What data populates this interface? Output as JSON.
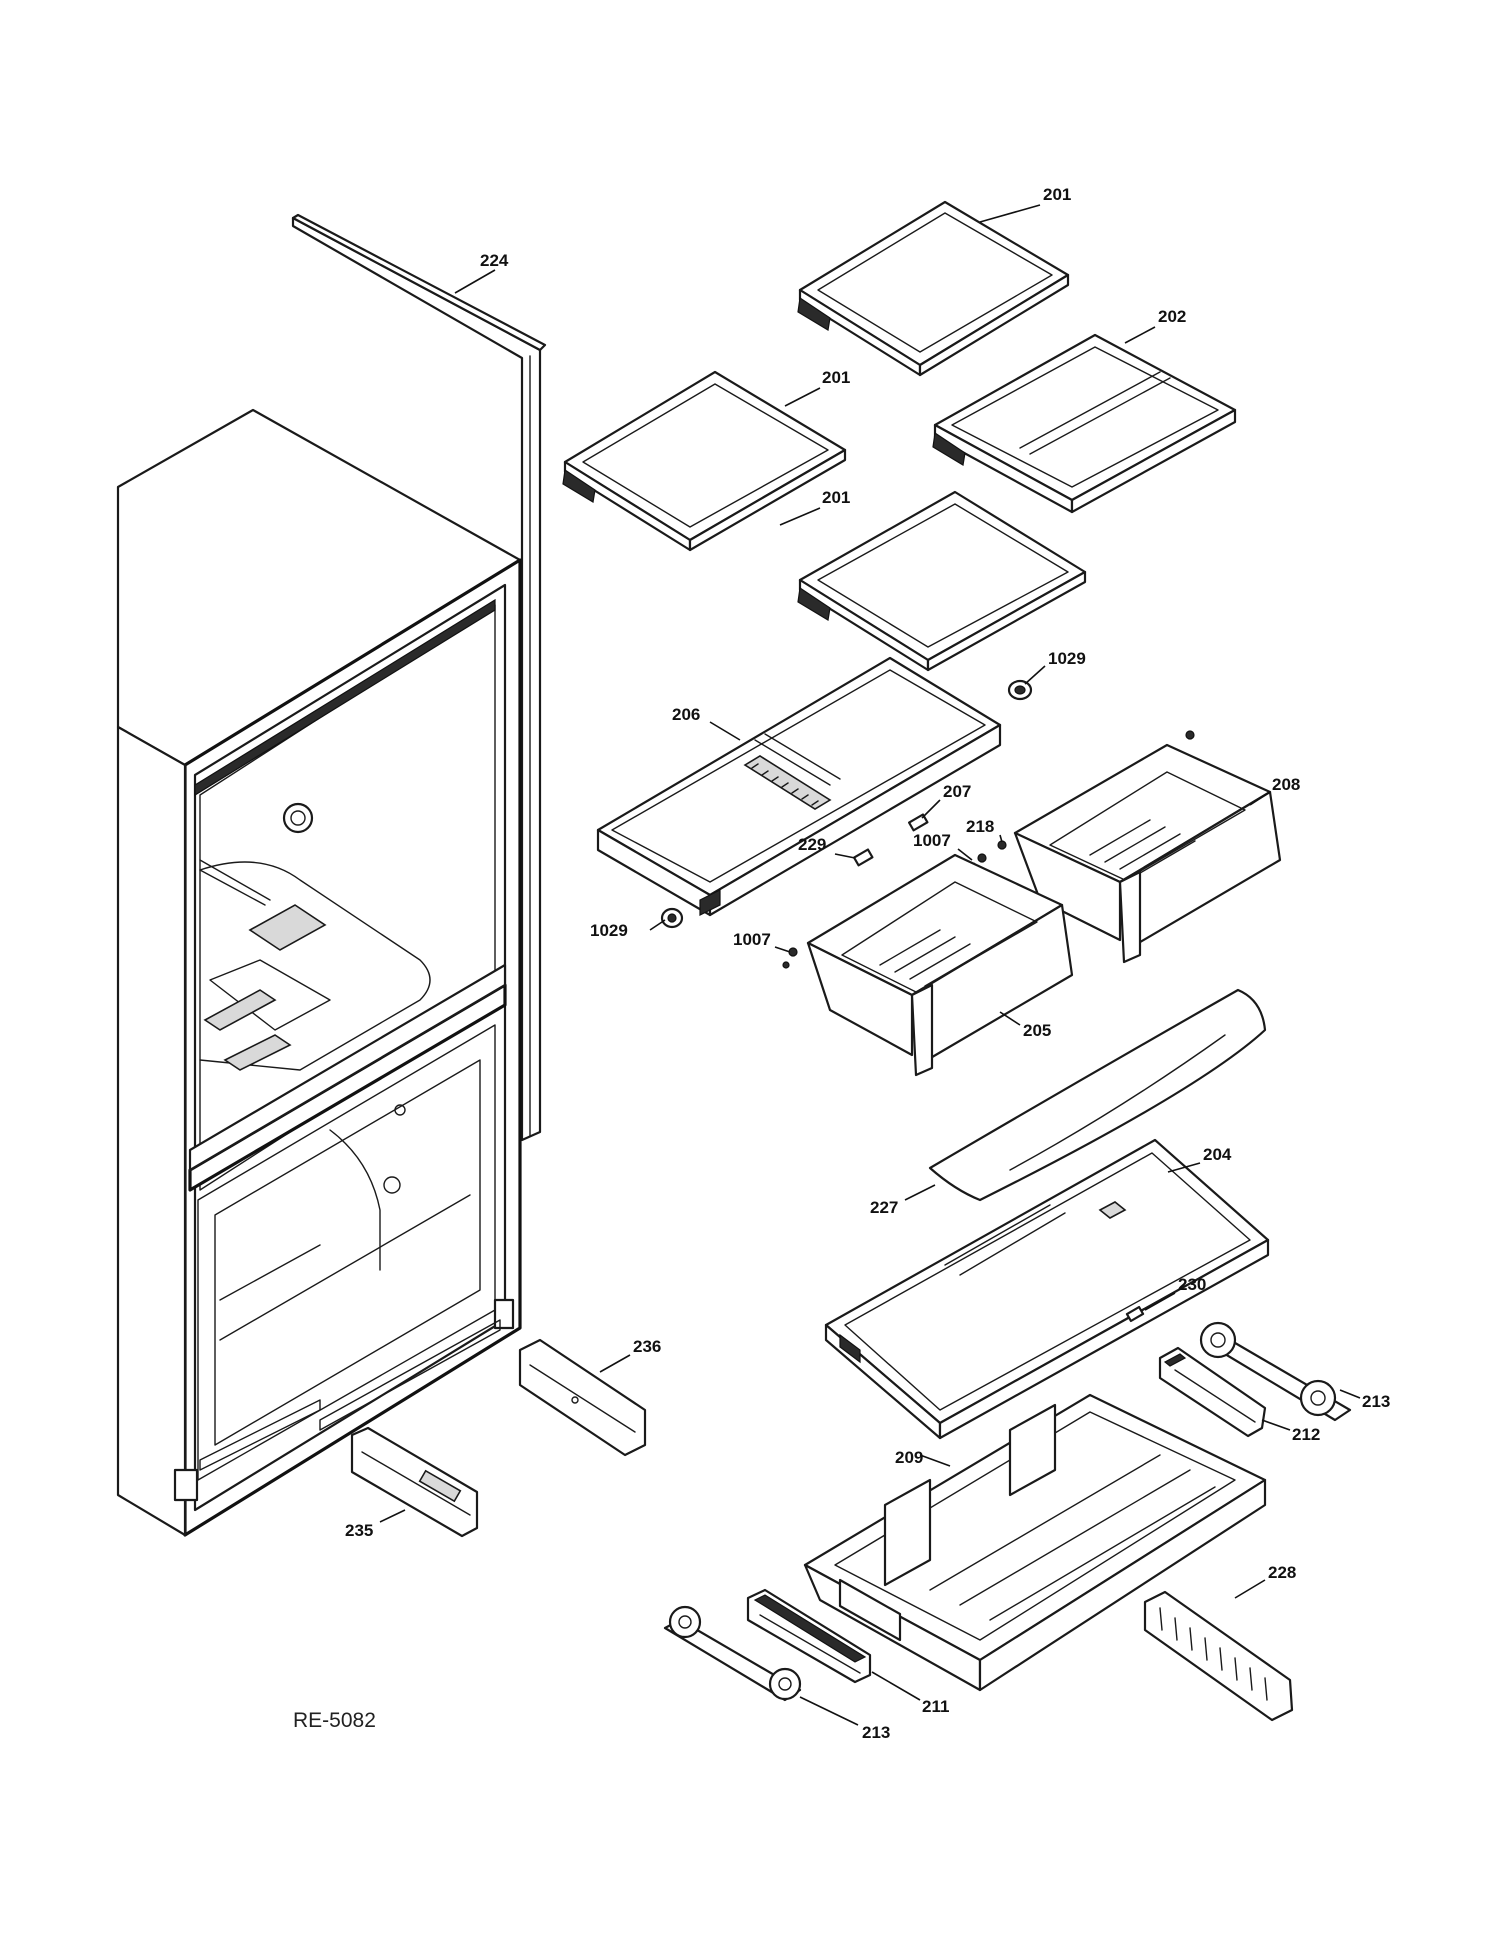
{
  "diagram_code": "RE-5082",
  "callouts": {
    "c201a": "201",
    "c201b": "201",
    "c201c": "201",
    "c202": "202",
    "c224": "224",
    "c1029a": "1029",
    "c1029b": "1029",
    "c206": "206",
    "c207": "207",
    "c208": "208",
    "c218": "218",
    "c1007a": "1007",
    "c1007b": "1007",
    "c229": "229",
    "c205": "205",
    "c204": "204",
    "c227": "227",
    "c230": "230",
    "c236": "236",
    "c213a": "213",
    "c213b": "213",
    "c212": "212",
    "c209": "209",
    "c235": "235",
    "c228": "228",
    "c211": "211"
  }
}
